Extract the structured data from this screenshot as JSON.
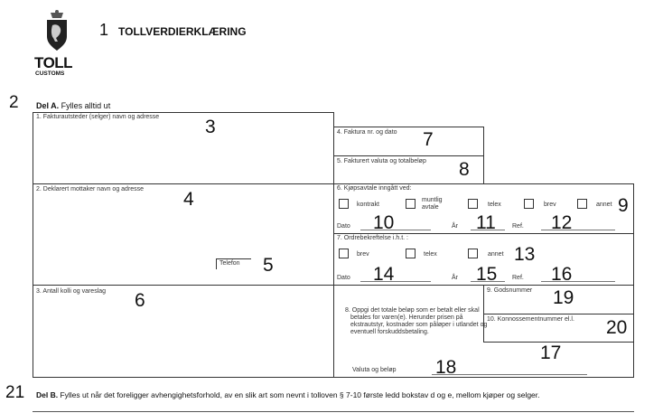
{
  "logo": {
    "text": "TOLL",
    "sub": "CUSTOMS"
  },
  "title": {
    "num": "1",
    "text": "TOLLVERDIERKLÆRING"
  },
  "del_a": {
    "num": "2",
    "bold": "Del A.",
    "text": " Fylles alltid ut"
  },
  "fields": {
    "f1": {
      "label": "1. Fakturautsteder (selger) navn og adresse",
      "num": "3"
    },
    "f2": {
      "label": "2. Deklarert mottaker navn og adresse",
      "num": "4",
      "phone": "Telefon",
      "phone_num": "5"
    },
    "f3": {
      "label": "3. Antall kolli og vareslag",
      "num": "6"
    },
    "f4": {
      "label": "4. Faktura nr. og dato",
      "num": "7"
    },
    "f5": {
      "label": "5. Fakturert valuta og totalbeløp",
      "num": "8"
    },
    "f6": {
      "label": "6. Kjøpsavtale inngått ved:",
      "options": [
        "kontrakt",
        "muntlig avtale",
        "telex",
        "brev",
        "annet"
      ],
      "num": "9",
      "dato": "Dato",
      "dato_num": "10",
      "ar": "År",
      "ar_num": "11",
      "ref": "Ref.",
      "ref_num": "12"
    },
    "f7": {
      "label": "7. Ordrebekreftelse i.h.t. :",
      "options": [
        "brev",
        "telex",
        "annet"
      ],
      "num": "13",
      "dato": "Dato",
      "dato_num": "14",
      "ar": "År",
      "ar_num": "15",
      "ref": "Ref.",
      "ref_num": "16"
    },
    "f8": {
      "text": "8. Oppgi det totale beløp som er betalt eller skal betales for varen(e). Herunder prisen på ekstrautstyr, kostnader som påløper i utlandet og eventuell forskuddsbetaling.",
      "num": "17",
      "valuta": "Valuta og beløp",
      "valuta_num": "18"
    },
    "f9": {
      "label": "9. Godsnummer",
      "num": "19"
    },
    "f10": {
      "label": "10. Konnossementnummer el.l.",
      "num": "20"
    }
  },
  "del_b": {
    "num": "21",
    "bold": "Del B.",
    "text": " Fylles ut når det foreligger avhengighetsforhold, av en slik art som nevnt i tolloven § 7-10 første ledd bokstav d og e, mellom kjøper og selger."
  }
}
